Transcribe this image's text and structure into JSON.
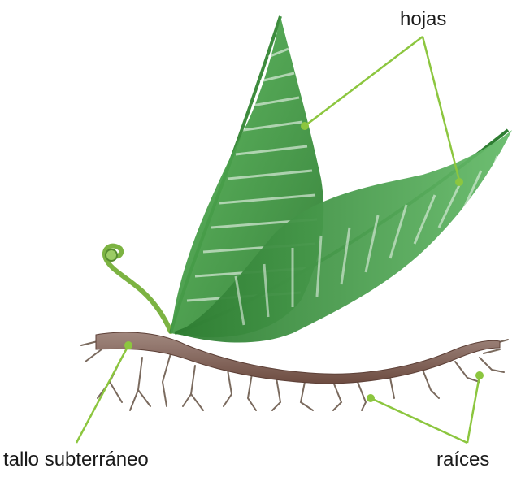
{
  "labels": {
    "hojas": "hojas",
    "tallo": "tallo subterráneo",
    "raices": "raíces"
  },
  "colors": {
    "leader_line": "#8cc63f",
    "frond_dark": "#2f7d32",
    "frond_light": "#4caf50",
    "rhizome": "#8d6e63",
    "root": "#7a6a5e"
  },
  "icons": [
    "fern-frond-left",
    "fern-frond-right",
    "fiddlehead",
    "rhizome",
    "roots"
  ]
}
